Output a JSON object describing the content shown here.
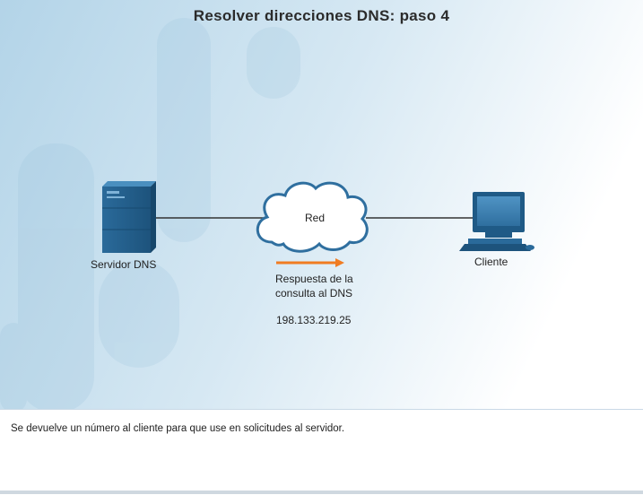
{
  "title": "Resolver direcciones DNS: paso 4",
  "nodes": {
    "server": {
      "label": "Servidor DNS"
    },
    "network": {
      "label": "Red"
    },
    "client": {
      "label": "Cliente"
    }
  },
  "response": {
    "line1": "Respuesta de la",
    "line2": "consulta al DNS",
    "ip": "198.133.219.25"
  },
  "caption": "Se devuelve un número al cliente para que use en solicitudes al servidor.",
  "colors": {
    "accent_arrow": "#f07c22",
    "device_blue": "#2f6f9f"
  }
}
